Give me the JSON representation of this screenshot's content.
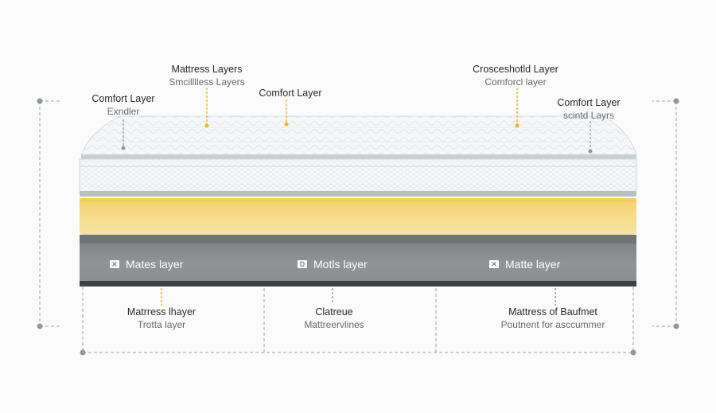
{
  "callouts_top": [
    {
      "title": "Comfort Layer",
      "sub": "Exndler"
    },
    {
      "title": "Mattress Layers",
      "sub": "Smcilllless Layers"
    },
    {
      "title": "Comfort Layer",
      "sub": ""
    },
    {
      "title": "Crosceshotld Layer",
      "sub": "Comforcl layer"
    },
    {
      "title": "Comfort Layer",
      "sub": "scintd Layrs"
    }
  ],
  "base_labels": [
    {
      "icon": "x-box-icon",
      "glyph": "✕",
      "text": "Mates layer"
    },
    {
      "icon": "d-box-icon",
      "glyph": "D",
      "text": "Motls layer"
    },
    {
      "icon": "x-box-icon",
      "glyph": "✕",
      "text": "Matte layer"
    }
  ],
  "callouts_bottom": [
    {
      "title": "Matrress lhayer",
      "sub": "Trotta layer"
    },
    {
      "title": "Clatreue",
      "sub": "Mattreervlines"
    },
    {
      "title": "Mattress of Baufmet",
      "sub": "Poutnent for asccummer"
    }
  ],
  "colors": {
    "foam": "#f7dc8a",
    "base": "#8d9194",
    "quilt": "#f2f4f5",
    "accent": "#e8b630",
    "line": "#9aa3aa"
  }
}
